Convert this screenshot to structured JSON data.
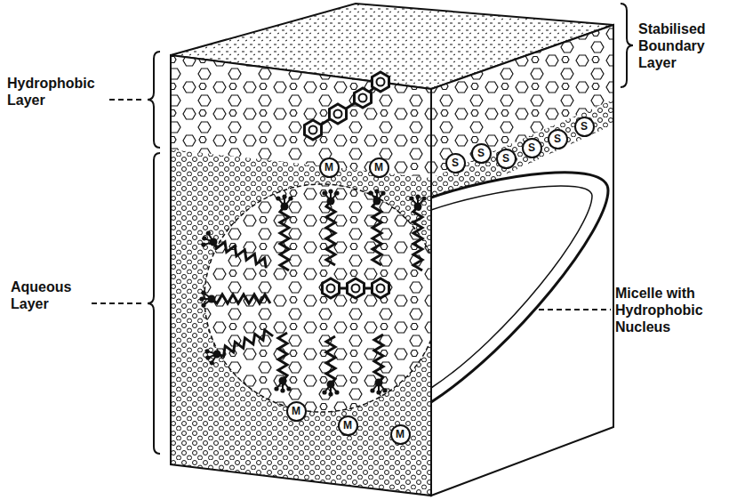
{
  "diagram": {
    "nodes": [
      {
        "text": [
          "S"
        ]
      },
      {
        "text": [
          "S"
        ]
      },
      {
        "text": [
          "S"
        ]
      },
      {
        "text": [
          "S"
        ]
      },
      {
        "text": [
          "S"
        ]
      },
      {
        "text": [
          "S"
        ]
      },
      {
        "text": [
          "M"
        ]
      },
      {
        "text": [
          "M"
        ]
      },
      {
        "text": [
          "M"
        ]
      },
      {
        "text": [
          "M"
        ]
      },
      {
        "text": [
          "M"
        ]
      }
    ],
    "labels": [
      "Hydrophobic Layer",
      "Stabilised Boundary Layer",
      "Aqueous Layer",
      "Micelle with Hydrophobic Nucleus"
    ]
  }
}
